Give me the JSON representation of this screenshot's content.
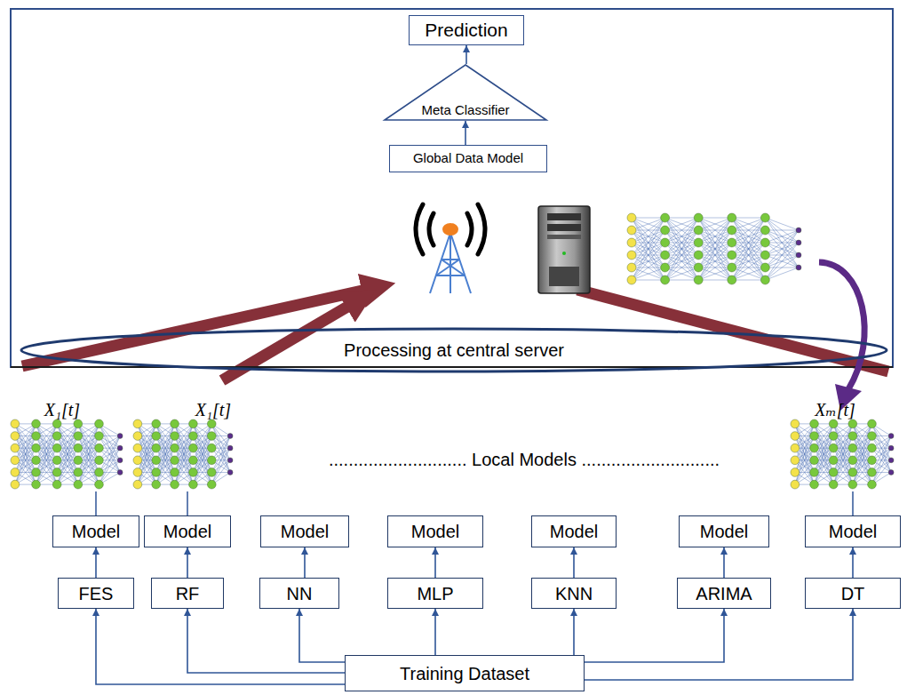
{
  "diagram": {
    "nodes": [
      {
        "text": [
          "Prediction"
        ]
      },
      {
        "text": [
          "Meta Classifier"
        ]
      },
      {
        "text": [
          "Global Data Model"
        ]
      },
      {
        "text": [
          "Processing at central server"
        ]
      },
      {
        "text": [
          "Model"
        ]
      },
      {
        "text": [
          "Model"
        ]
      },
      {
        "text": [
          "Model"
        ]
      },
      {
        "text": [
          "Model"
        ]
      },
      {
        "text": [
          "Model"
        ]
      },
      {
        "text": [
          "Model"
        ]
      },
      {
        "text": [
          "Model"
        ]
      },
      {
        "text": [
          "FES"
        ]
      },
      {
        "text": [
          "RF"
        ]
      },
      {
        "text": [
          "NN"
        ]
      },
      {
        "text": [
          "MLP"
        ]
      },
      {
        "text": [
          "KNN"
        ]
      },
      {
        "text": [
          "ARIMA"
        ]
      },
      {
        "text": [
          "DT"
        ]
      },
      {
        "text": [
          "Training Dataset"
        ]
      }
    ],
    "edges": [
      {
        "from": 2,
        "to": 1,
        "arrow": "to"
      },
      {
        "from": 1,
        "to": 0,
        "arrow": "to"
      },
      {
        "from": 11,
        "to": 4,
        "arrow": "to"
      },
      {
        "from": 12,
        "to": 5,
        "arrow": "to"
      },
      {
        "from": 13,
        "to": 6,
        "arrow": "to"
      },
      {
        "from": 14,
        "to": 7,
        "arrow": "to"
      },
      {
        "from": 15,
        "to": 8,
        "arrow": "to"
      },
      {
        "from": 16,
        "to": 9,
        "arrow": "to"
      },
      {
        "from": 17,
        "to": 10,
        "arrow": "to"
      },
      {
        "from": 18,
        "to": 11,
        "arrow": "to"
      },
      {
        "from": 18,
        "to": 12,
        "arrow": "to"
      },
      {
        "from": 18,
        "to": 13,
        "arrow": "to"
      },
      {
        "from": 18,
        "to": 14,
        "arrow": "to"
      },
      {
        "from": 18,
        "to": 15,
        "arrow": "to"
      },
      {
        "from": 18,
        "to": 16,
        "arrow": "to"
      },
      {
        "from": 18,
        "to": 17,
        "arrow": "to"
      }
    ],
    "labels": [
      "X₁[t]",
      "X₁[t]",
      "Xₘ[t]",
      "............................ Local Models ............................"
    ]
  }
}
